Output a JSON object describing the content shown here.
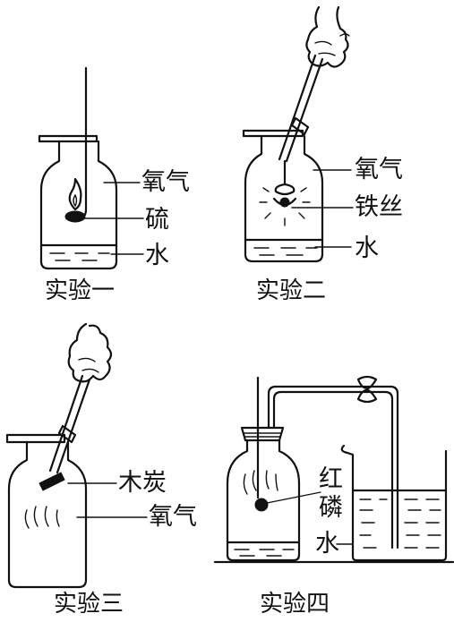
{
  "experiments": [
    {
      "caption": "实验一",
      "labels": {
        "gas": "氧气",
        "substance": "硫",
        "liquid": "水"
      }
    },
    {
      "caption": "实验二",
      "labels": {
        "gas": "氧气",
        "substance": "铁丝",
        "liquid": "水"
      }
    },
    {
      "caption": "实验三",
      "labels": {
        "substance": "木炭",
        "gas": "氧气"
      }
    },
    {
      "caption": "实验四",
      "labels": {
        "substance_line1": "红",
        "substance_line2": "磷",
        "liquid": "水"
      }
    }
  ]
}
